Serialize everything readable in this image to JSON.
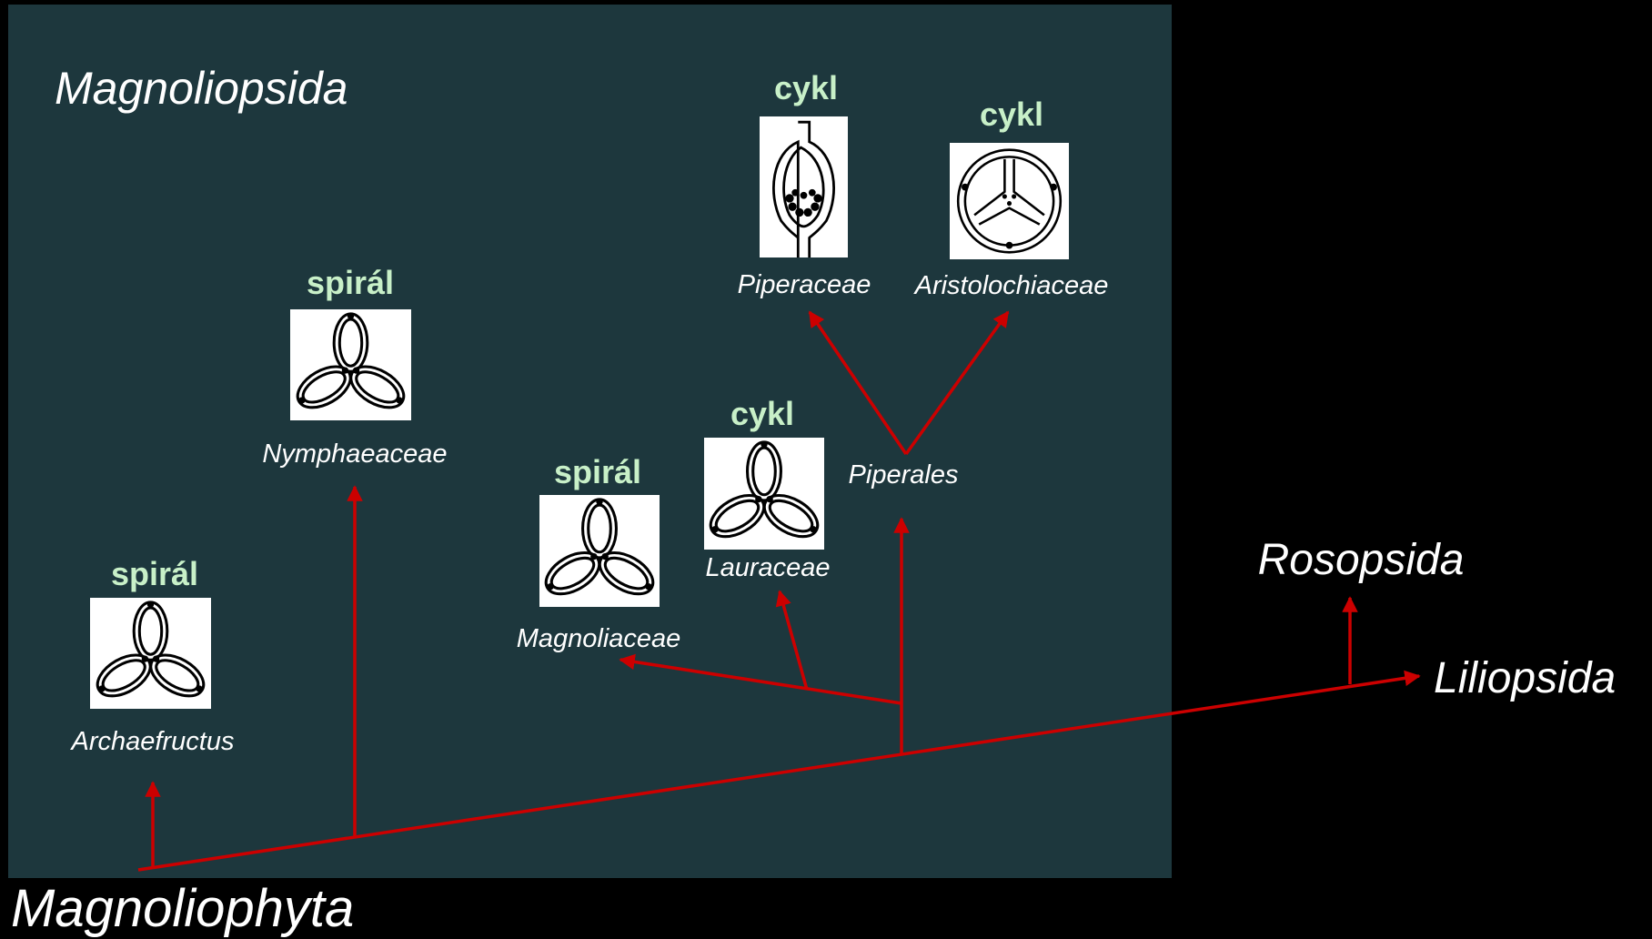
{
  "title": "Magnoliopsida",
  "root": "Magnoliophyta",
  "colors": {
    "panel": "#1d373d",
    "background": "#000000",
    "arrow": "#cc0000",
    "keyword": "#c8f0c8",
    "text": "#ffffff"
  },
  "clades": {
    "archaefructus": {
      "name": "Archaefructus",
      "arrangement": "spirál",
      "icon": "three-carpel-diagram-icon"
    },
    "nymphaeaceae": {
      "name": "Nymphaeaceae",
      "arrangement": "spirál",
      "icon": "three-carpel-diagram-icon"
    },
    "magnoliaceae": {
      "name": "Magnoliaceae",
      "arrangement": "spirál",
      "icon": "three-carpel-diagram-icon"
    },
    "lauraceae": {
      "name": "Lauraceae",
      "arrangement": "cykl",
      "icon": "three-carpel-diagram-icon"
    },
    "piperales": {
      "name": "Piperales"
    },
    "piperaceae": {
      "name": "Piperaceae",
      "arrangement": "cykl",
      "icon": "single-ovary-diagram-icon"
    },
    "aristolochiaceae": {
      "name": "Aristolochiaceae",
      "arrangement": "cykl",
      "icon": "syncarpous-ovary-diagram-icon"
    },
    "rosopsida": {
      "name": "Rosopsida"
    },
    "liliopsida": {
      "name": "Liliopsida"
    }
  }
}
